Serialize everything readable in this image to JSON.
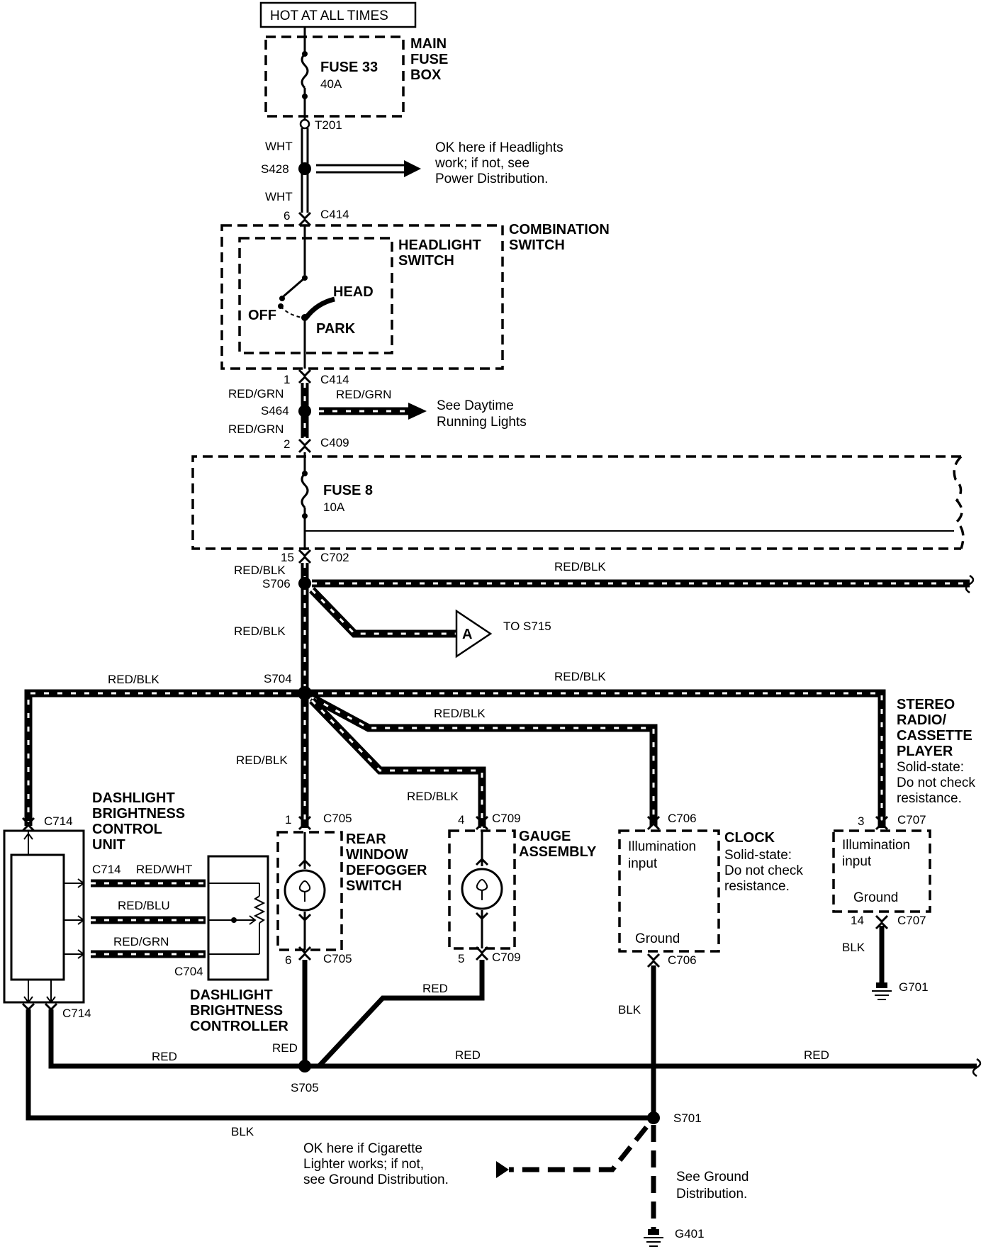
{
  "labels": {
    "hot_at_all_times": "HOT AT ALL TIMES",
    "main_fuse_box": [
      "MAIN",
      "FUSE",
      "BOX"
    ],
    "fuse33": "FUSE 33",
    "fuse33_rating": "40A",
    "t201": "T201",
    "wht": "WHT",
    "s428": "S428",
    "note_headlights": [
      "OK here if Headlights",
      "work; if not, see",
      "Power Distribution."
    ],
    "c414": "C414",
    "pin6": "6",
    "pin1": "1",
    "pin2": "2",
    "pin15": "15",
    "combination_switch": [
      "COMBINATION",
      "SWITCH"
    ],
    "headlight_switch": [
      "HEADLIGHT",
      "SWITCH"
    ],
    "off": "OFF",
    "head": "HEAD",
    "park": "PARK",
    "red_grn": "RED/GRN",
    "s464": "S464",
    "note_drl": [
      "See Daytime",
      "Running Lights"
    ],
    "c409": "C409",
    "fuse8": "FUSE 8",
    "fuse8_rating": "10A",
    "c702": "C702",
    "red_blk": "RED/BLK",
    "s706": "S706",
    "connector_a": "A",
    "to_s715": "TO S715",
    "s704": "S704",
    "stereo": [
      "STEREO",
      "RADIO/",
      "CASSETTE",
      "PLAYER"
    ],
    "solid_state": [
      "Solid-state:",
      "Do not check",
      "resistance."
    ],
    "dimmer_unit": [
      "DASHLIGHT",
      "BRIGHTNESS",
      "CONTROL",
      "UNIT"
    ],
    "c714": "C714",
    "red_wht": "RED/WHT",
    "red_blu": "RED/BLU",
    "c704": "C704",
    "dimmer_controller": [
      "DASHLIGHT",
      "BRIGHTNESS",
      "CONTROLLER"
    ],
    "c705": "C705",
    "rear_defogger": [
      "REAR",
      "WINDOW",
      "DEFOGGER",
      "SWITCH"
    ],
    "c709": "C709",
    "pin4": "4",
    "pin5": "5",
    "pin3": "3",
    "pin14": "14",
    "gauge_assembly": [
      "GAUGE",
      "ASSEMBLY"
    ],
    "c706": "C706",
    "illumination_input": [
      "Illumination",
      "input"
    ],
    "ground": "Ground",
    "clock": "CLOCK",
    "c707": "C707",
    "blk": "BLK",
    "g701": "G701",
    "red": "RED",
    "s705": "S705",
    "s701": "S701",
    "note_lighter": [
      "OK here if Cigarette",
      "Lighter works; if not,",
      "see Ground Distribution."
    ],
    "note_ground": [
      "See Ground",
      "Distribution."
    ],
    "g401": "G401"
  }
}
